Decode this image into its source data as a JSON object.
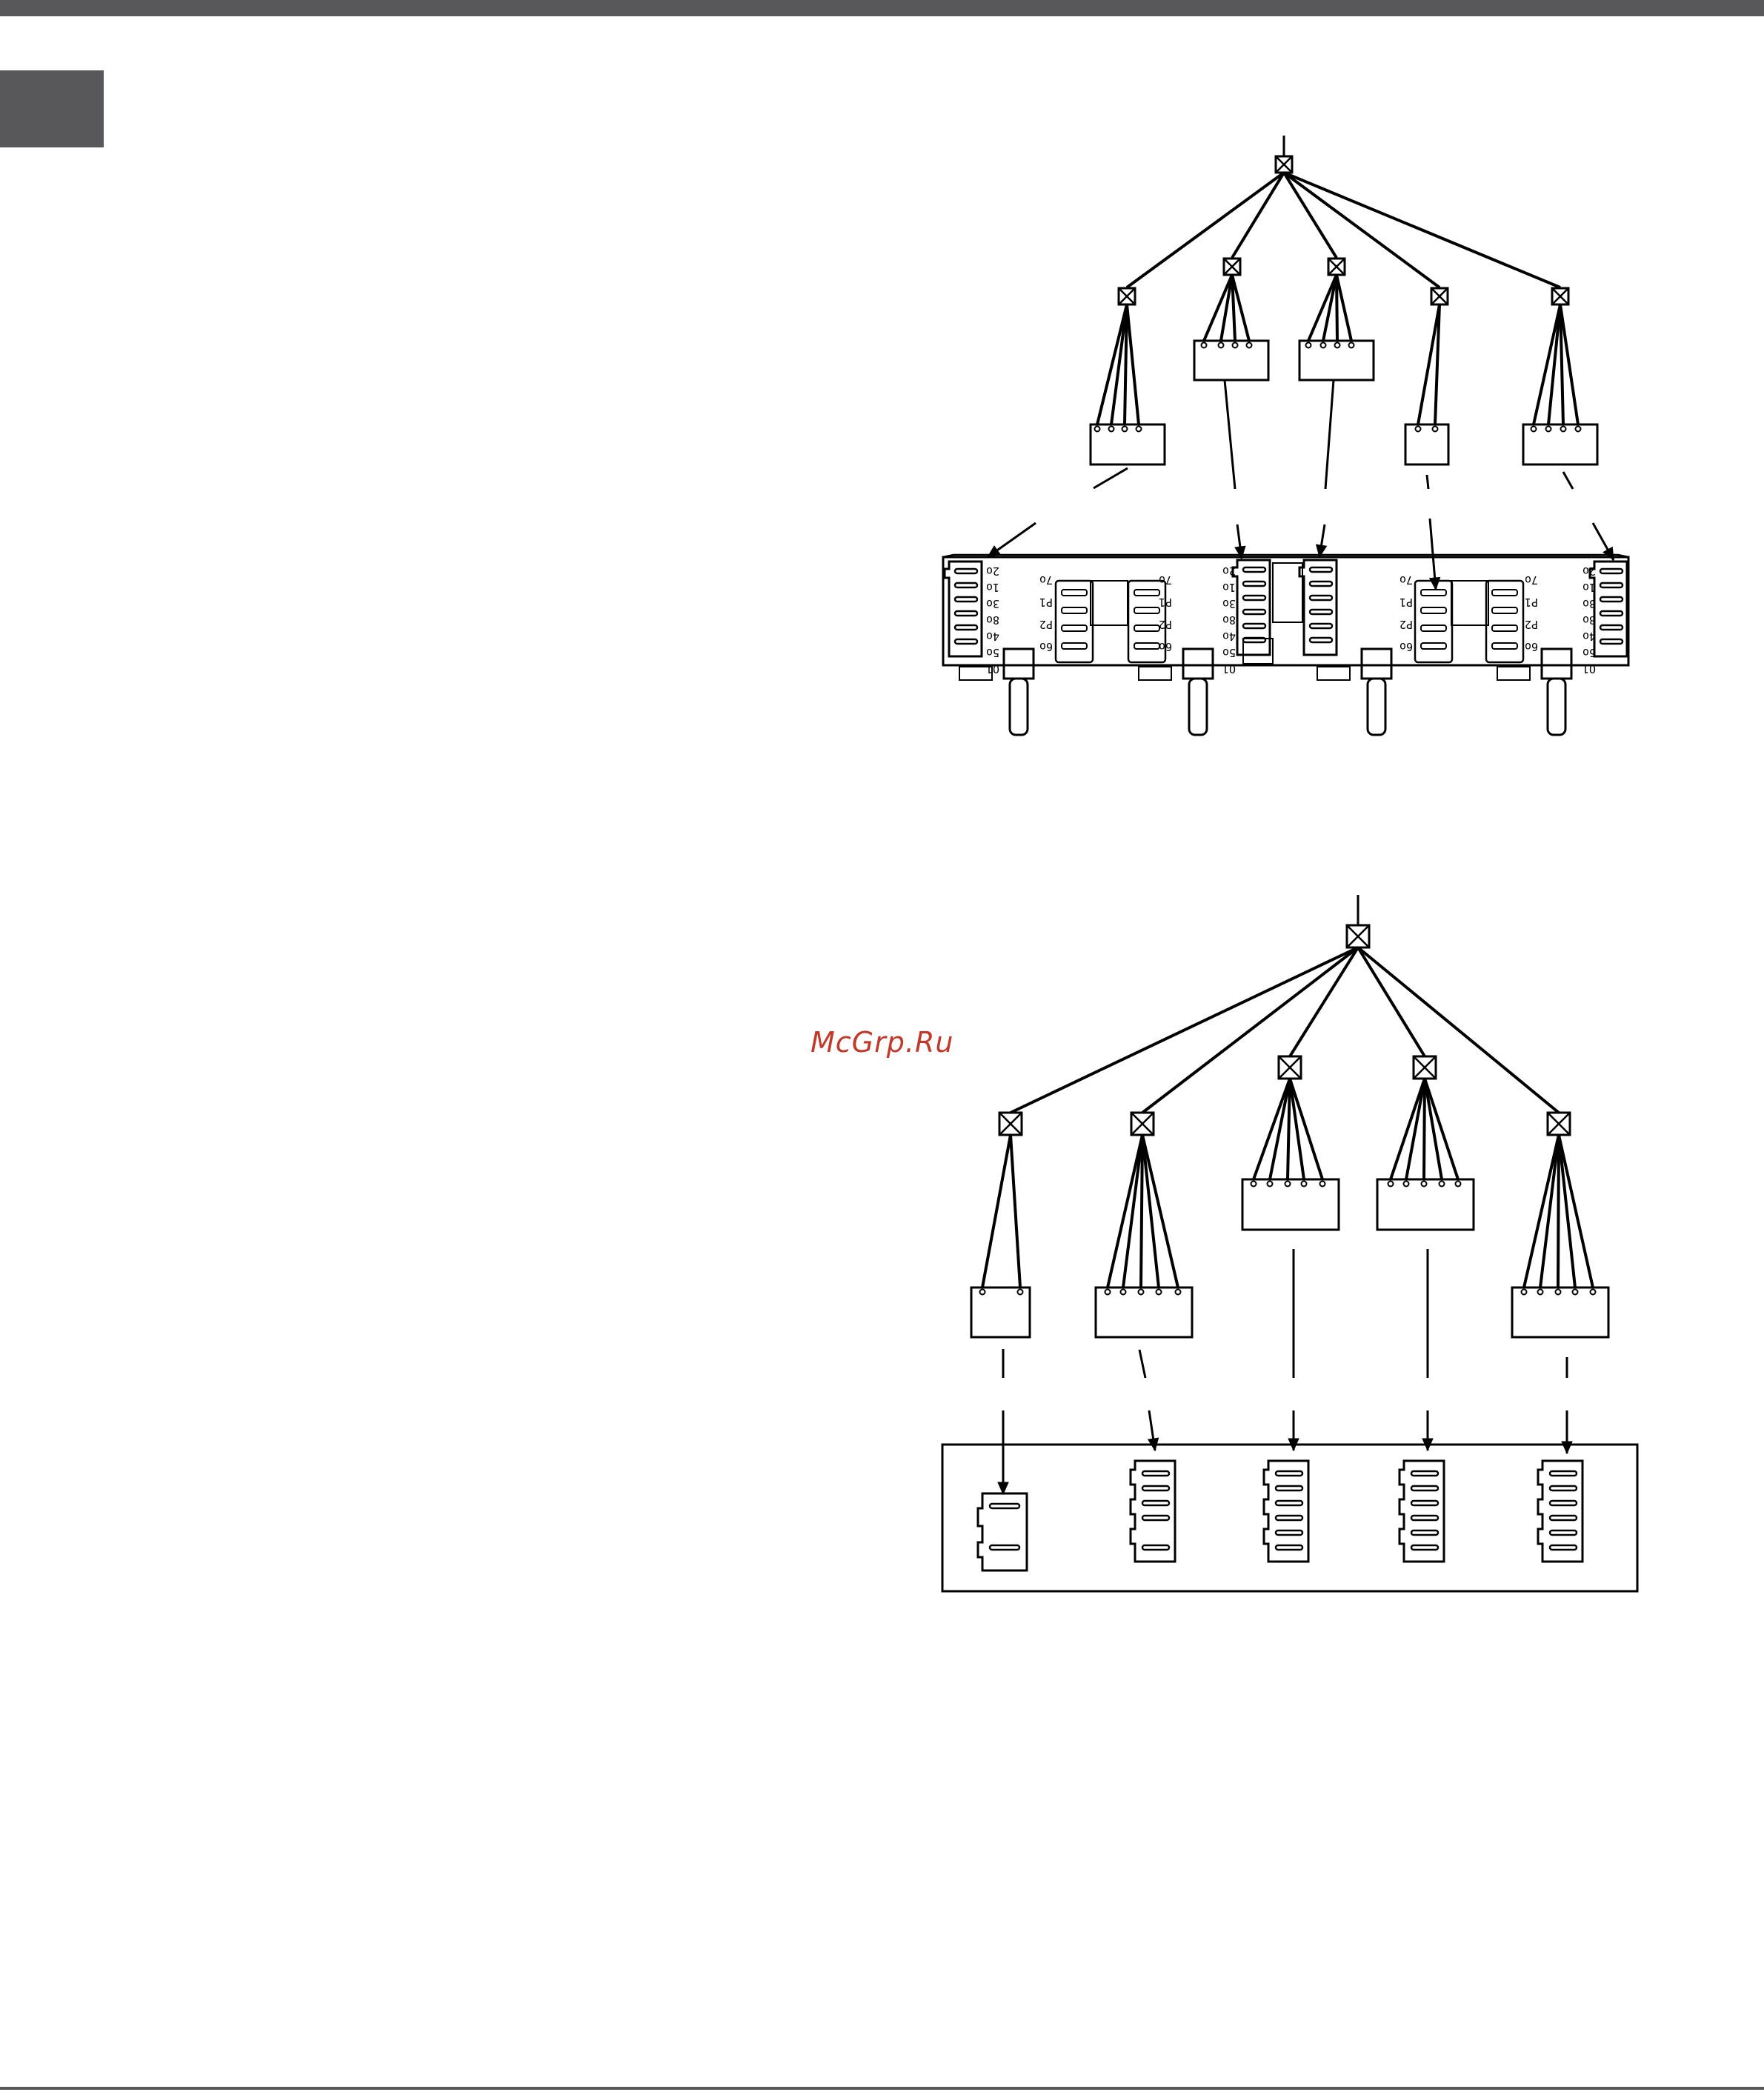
{
  "watermark": "McGrp.Ru",
  "colors": {
    "bar": "#58585a",
    "ink": "#000000",
    "watermark": "#c0392b"
  },
  "diagrams": [
    {
      "name": "top-wiring-diagram",
      "panel_labels": {
        "right_column": [
          "2o",
          "1o",
          "3o",
          "8o",
          "4o",
          "5o"
        ],
        "mid_labels": [
          "7o",
          "P1",
          "P2",
          "6o"
        ],
        "bottom_tag": "O1"
      }
    },
    {
      "name": "bottom-wiring-diagram"
    }
  ]
}
